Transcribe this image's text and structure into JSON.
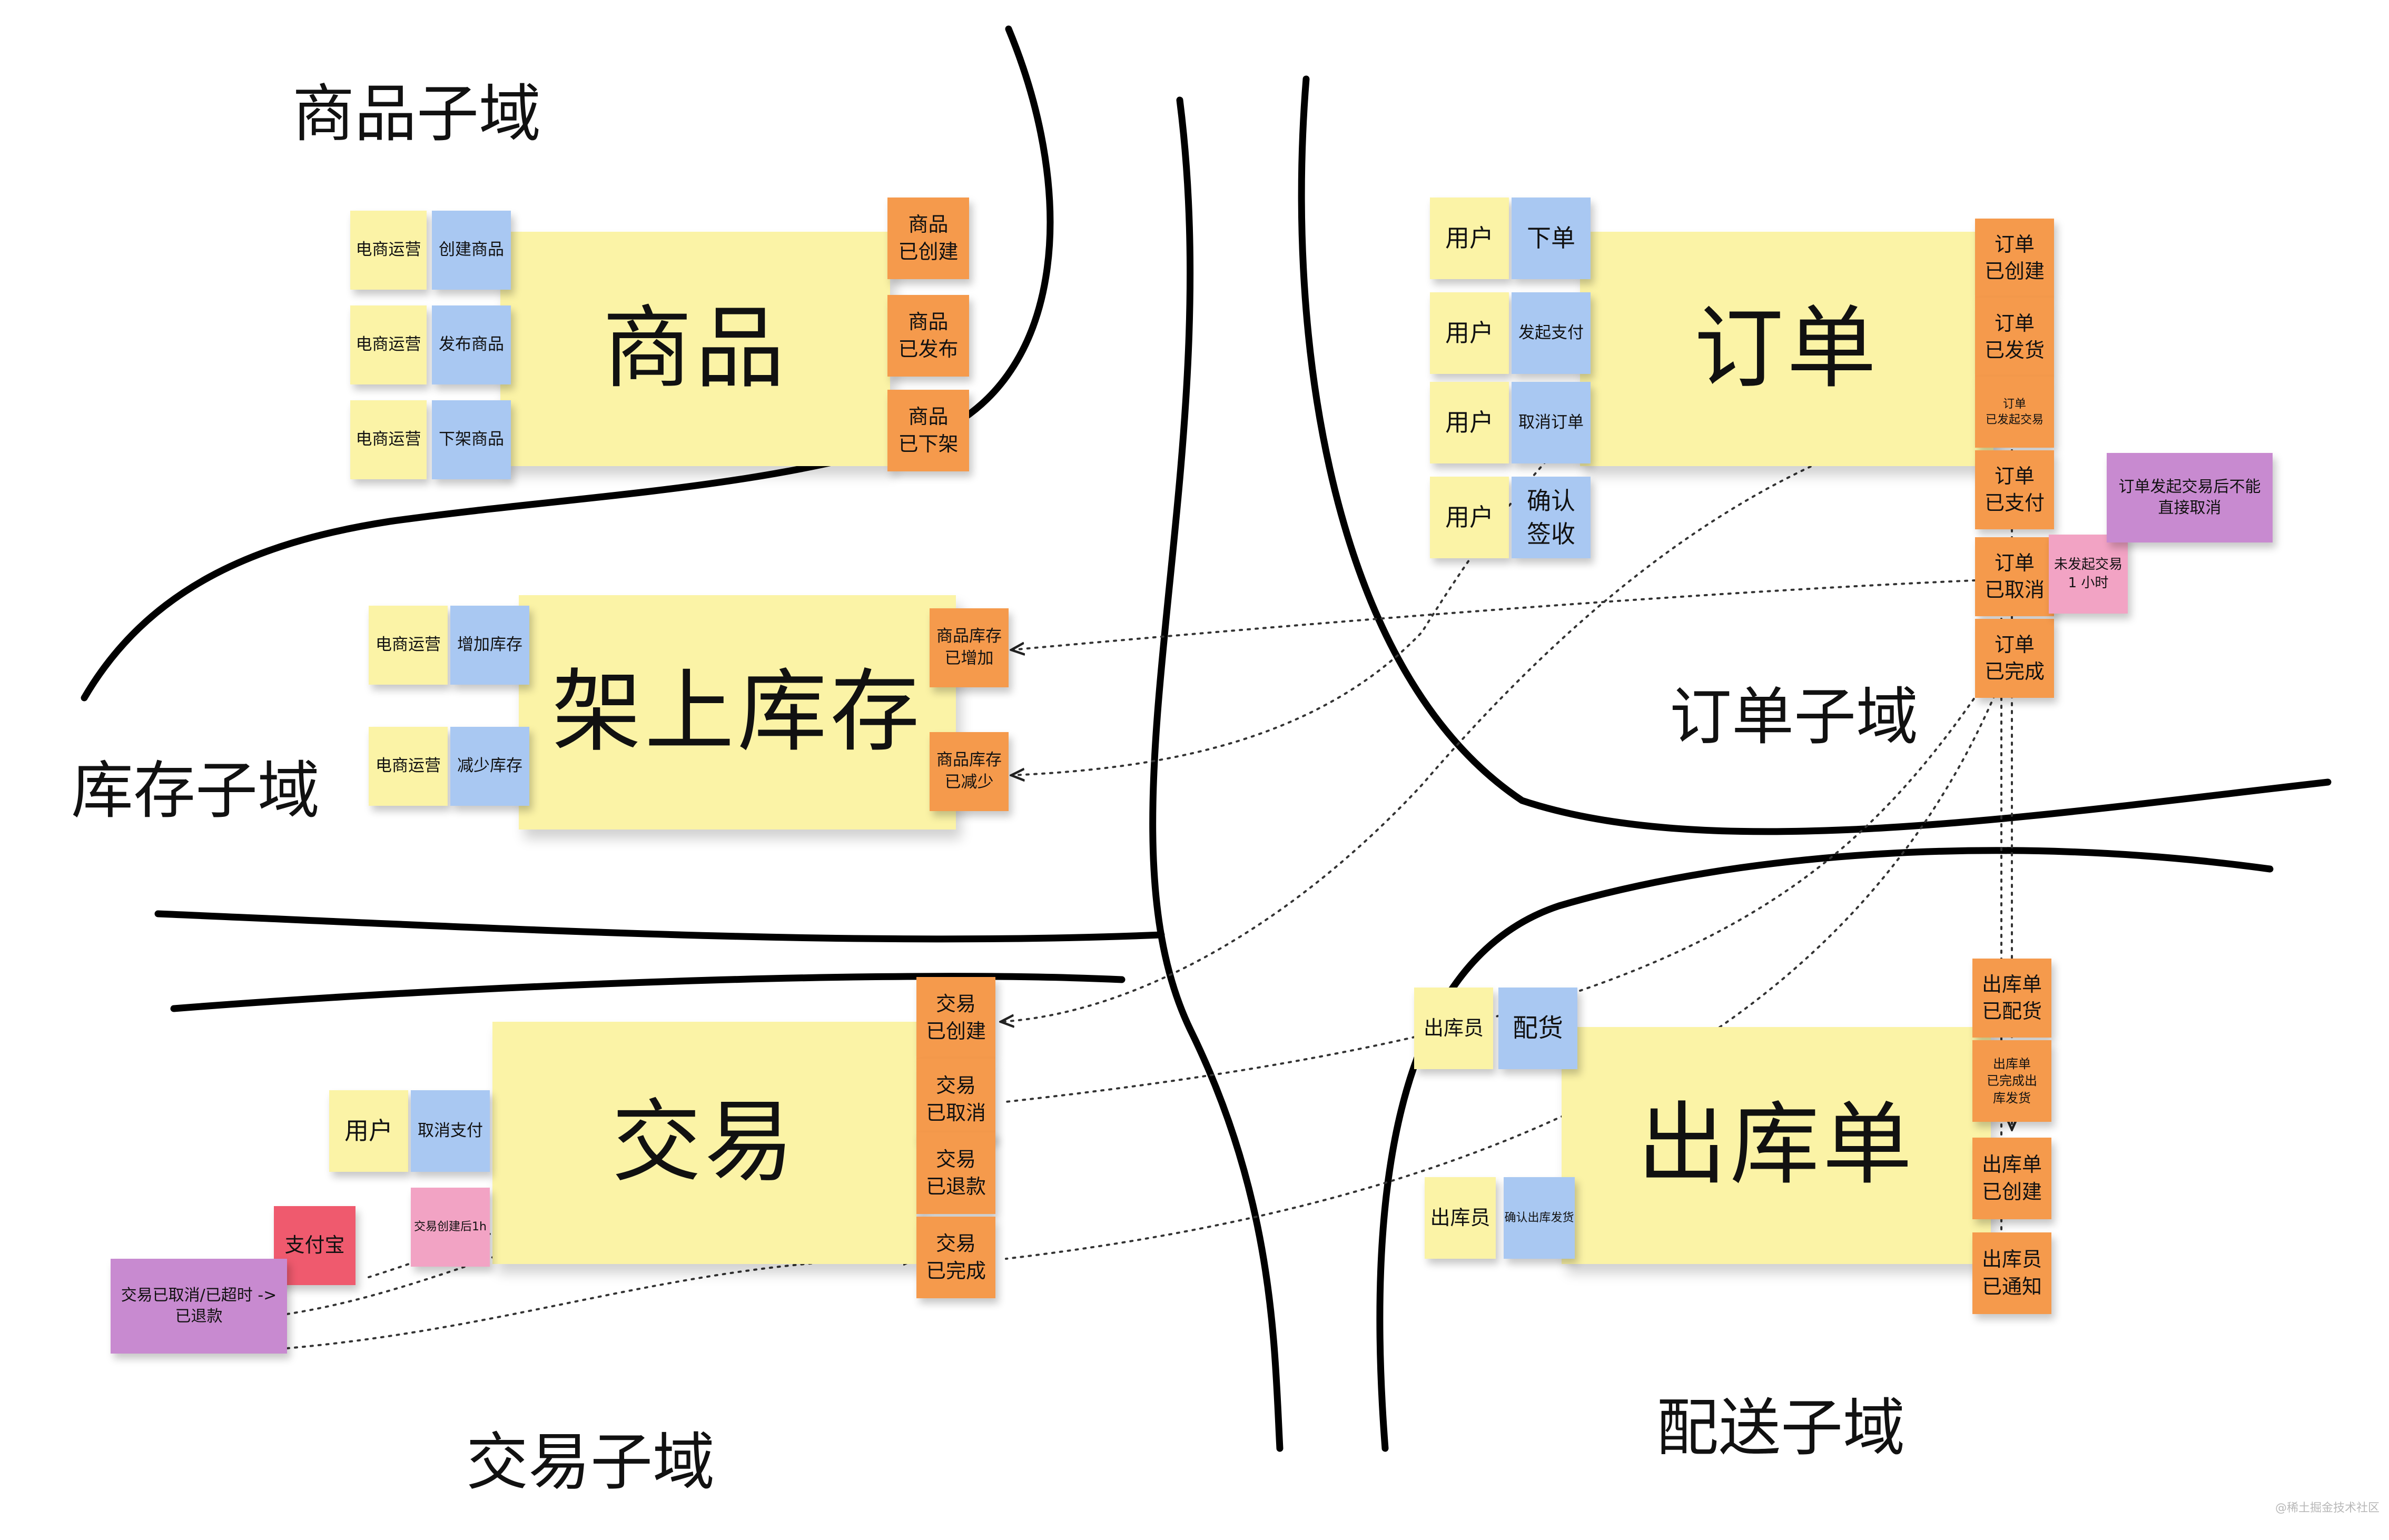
{
  "domains": {
    "goods": "商品子域",
    "inventory": "库存子域",
    "order": "订单子域",
    "trade": "交易子域",
    "delivery": "配送子域"
  },
  "goods": {
    "aggregate": "商品",
    "actors": [
      "电商运营",
      "电商运营",
      "电商运营"
    ],
    "commands": [
      "创建商品",
      "发布商品",
      "下架商品"
    ],
    "events": [
      "商品\n已创建",
      "商品\n已发布",
      "商品\n已下架"
    ]
  },
  "inventory": {
    "aggregate": "架上库存",
    "actors": [
      "电商运营",
      "电商运营"
    ],
    "commands": [
      "增加库存",
      "减少库存"
    ],
    "events": [
      "商品库存\n已增加",
      "商品库存\n已减少"
    ]
  },
  "order": {
    "aggregate": "订单",
    "actors": [
      "用户",
      "用户",
      "用户",
      "用户"
    ],
    "commands": [
      "下单",
      "发起支付",
      "取消订单",
      "确认\n签收"
    ],
    "events": [
      "订单\n已创建",
      "订单\n已发货",
      "订单\n已发起交易",
      "订单\n已支付",
      "订单\n已取消",
      "订单\n已完成"
    ],
    "policy": "订单发起交易后不能\n直接取消",
    "time_trigger": "未发起交易\n1 小时"
  },
  "trade": {
    "aggregate": "交易",
    "actor": "用户",
    "command": "取消支付",
    "events": [
      "交易\n已创建",
      "交易\n已取消",
      "交易\n已退款",
      "交易\n已完成"
    ],
    "time_trigger": "交易创建后1h",
    "external_system": "支付宝",
    "policy": "交易已取消/已超时 ->\n已退款"
  },
  "delivery": {
    "aggregate": "出库单",
    "actors": [
      "出库员",
      "出库员"
    ],
    "commands": [
      "配货",
      "确认出库发货"
    ],
    "events": [
      "出库单\n已配货",
      "出库单\n已完成出\n库发货",
      "出库单\n已创建",
      "出库员\n已通知"
    ]
  },
  "watermark": "@稀土掘金技术社区",
  "colors": {
    "aggregate": "#fbf3a6",
    "actor": "#fbf3a6",
    "command": "#a9c8f2",
    "event": "#f59a4c",
    "policy": "#c88ad0",
    "time_trigger": "#f2a3c4",
    "external_system": "#ef5a6e"
  }
}
